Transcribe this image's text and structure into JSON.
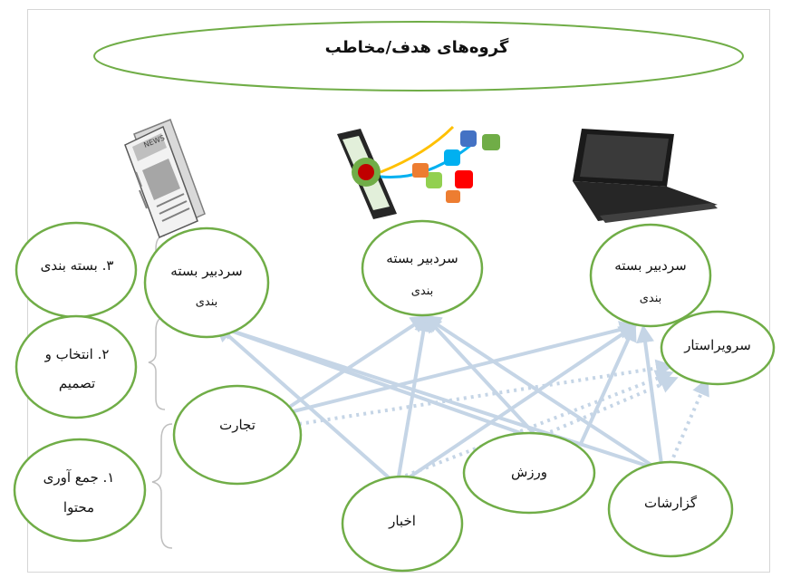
{
  "title": "گروه‌های هدف/مخاطب",
  "media": [
    {
      "name": "newspaper-icon"
    },
    {
      "name": "smartphone-social-icon"
    },
    {
      "name": "laptop-icon"
    }
  ],
  "stages": [
    {
      "label": "۳. بسته بندی"
    },
    {
      "label": "۲. انتخاب و",
      "label2": "تصمیم"
    },
    {
      "label": "۱. جمع آوری",
      "label2": "محتوا"
    }
  ],
  "editors": [
    {
      "line1": "سردبیر بسته",
      "line2": "بندی"
    },
    {
      "line1": "سردبیر بسته",
      "line2": "بندی"
    },
    {
      "line1": "سردبیر بسته",
      "line2": "بندی"
    }
  ],
  "copy_editor": "سرویراستار",
  "sources": [
    {
      "label": "تجارت"
    },
    {
      "label": "اخبار"
    },
    {
      "label": "ورزش"
    },
    {
      "label": "گزارشات"
    }
  ],
  "colors": {
    "node_border": "#70ad47",
    "arrow": "#c5d5e6",
    "ellipse_border": "#70ad47",
    "bracket": "#bfbfbf"
  }
}
